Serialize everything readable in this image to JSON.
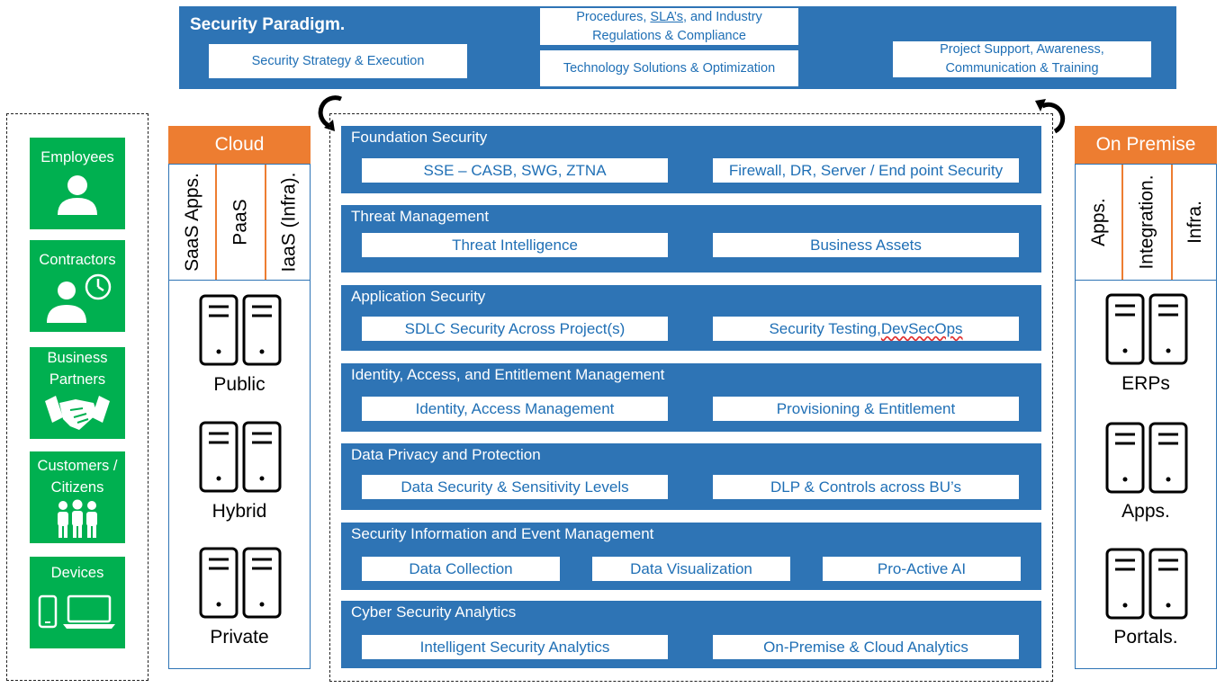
{
  "paradigm": {
    "title": "Security Paradigm.",
    "items": {
      "strategy": "Security Strategy & Execution",
      "procedures_prefix": "Procedures, ",
      "procedures_sla": "SLA’s",
      "procedures_mid": ", and Industry",
      "procedures_line2": "Regulations & Compliance",
      "technology": "Technology Solutions & Optimization",
      "support_line1": "Project Support, Awareness,",
      "support_line2": "Communication & Training"
    }
  },
  "entities": [
    {
      "label_1": "Employees",
      "label_2": "",
      "icon": "person-icon"
    },
    {
      "label_1": "Contractors",
      "label_2": "",
      "icon": "person-clock-icon"
    },
    {
      "label_1": "Business",
      "label_2": "Partners",
      "icon": "handshake-icon"
    },
    {
      "label_1": "Customers /",
      "label_2": "Citizens",
      "icon": "people-group-icon"
    },
    {
      "label_1": "Devices",
      "label_2": "",
      "icon": "devices-icon"
    }
  ],
  "cloud": {
    "title": "Cloud",
    "services": [
      "SaaS Apps.",
      "PaaS",
      "IaaS (Infra)."
    ],
    "environments": [
      "Public",
      "Hybrid",
      "Private"
    ]
  },
  "on_premise": {
    "title": "On Premise",
    "services": [
      "Apps.",
      "Integration.",
      "Infra."
    ],
    "environments": [
      "ERPs",
      "Apps.",
      "Portals."
    ]
  },
  "layers": [
    {
      "title": "Foundation Security",
      "items": [
        "SSE – CASB, SWG, ZTNA",
        "Firewall, DR, Server / End point Security"
      ]
    },
    {
      "title": "Threat Management",
      "items": [
        "Threat Intelligence",
        "Business Assets"
      ]
    },
    {
      "title": "Application Security",
      "items": [
        "SDLC Security Across Project(s)",
        "Security Testing, ",
        "DevSecOps"
      ]
    },
    {
      "title": "Identity, Access, and Entitlement Management",
      "items": [
        "Identity, Access Management",
        "Provisioning & Entitlement"
      ]
    },
    {
      "title": "Data Privacy and Protection",
      "items": [
        "Data Security & Sensitivity Levels",
        "DLP & Controls across BU’s"
      ]
    },
    {
      "title": "Security Information and Event Management",
      "items": [
        "Data Collection",
        "Data Visualization",
        "Pro-Active AI"
      ]
    },
    {
      "title": "Cyber Security Analytics",
      "items": [
        "Intelligent Security Analytics",
        "On-Premise & Cloud Analytics"
      ]
    }
  ],
  "colors": {
    "brand_blue": "#2E74B5",
    "text_blue": "#1F6FB5",
    "orange": "#ED7D31",
    "green": "#00B050"
  }
}
